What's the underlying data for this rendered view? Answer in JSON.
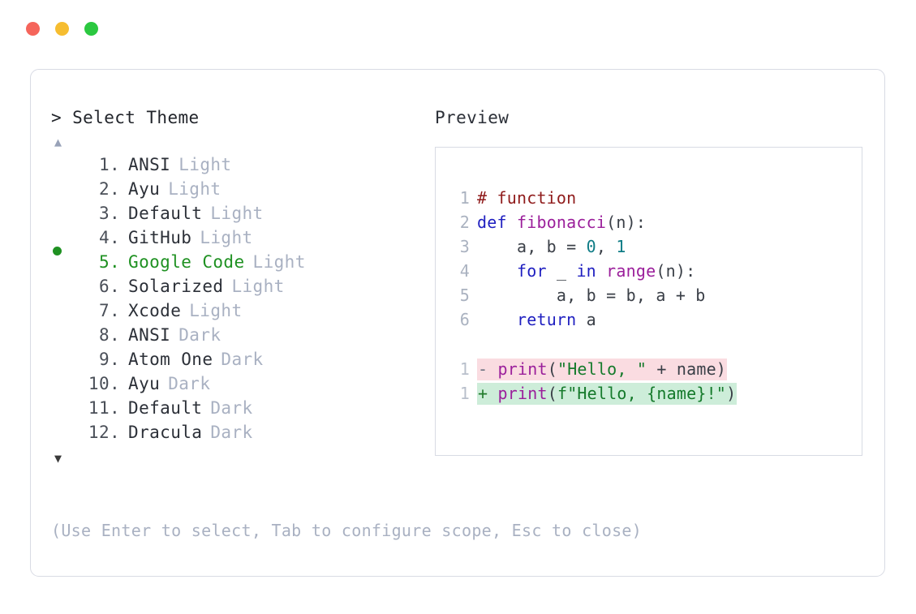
{
  "window": {
    "buttons": [
      {
        "name": "close",
        "color": "#f5655b"
      },
      {
        "name": "minimize",
        "color": "#f6bd30"
      },
      {
        "name": "maximize",
        "color": "#2bc840"
      }
    ]
  },
  "left_pane": {
    "prompt": "> Select Theme",
    "scroll_up_glyph": "▲",
    "scroll_down_glyph": "▼",
    "selected_index": 5,
    "selected_bullet": "●",
    "items": [
      {
        "number": "1",
        "dot": ".",
        "name": "ANSI",
        "mode": "Light",
        "selected": false
      },
      {
        "number": "2",
        "dot": ".",
        "name": "Ayu",
        "mode": "Light",
        "selected": false
      },
      {
        "number": "3",
        "dot": ".",
        "name": "Default",
        "mode": "Light",
        "selected": false
      },
      {
        "number": "4",
        "dot": ".",
        "name": "GitHub",
        "mode": "Light",
        "selected": false
      },
      {
        "number": "5",
        "dot": ".",
        "name": "Google Code",
        "mode": "Light",
        "selected": true
      },
      {
        "number": "6",
        "dot": ".",
        "name": "Solarized",
        "mode": "Light",
        "selected": false
      },
      {
        "number": "7",
        "dot": ".",
        "name": "Xcode",
        "mode": "Light",
        "selected": false
      },
      {
        "number": "8",
        "dot": ".",
        "name": "ANSI",
        "mode": "Dark",
        "selected": false
      },
      {
        "number": "9",
        "dot": ".",
        "name": "Atom One",
        "mode": "Dark",
        "selected": false
      },
      {
        "number": "10",
        "dot": ".",
        "name": "Ayu",
        "mode": "Dark",
        "selected": false
      },
      {
        "number": "11",
        "dot": ".",
        "name": "Default",
        "mode": "Dark",
        "selected": false
      },
      {
        "number": "12",
        "dot": ".",
        "name": "Dracula",
        "mode": "Dark",
        "selected": false
      }
    ]
  },
  "right_pane": {
    "title": "Preview",
    "code_lines": [
      {
        "ln": "1",
        "tokens": [
          {
            "t": "# function",
            "c": "t-comment"
          }
        ]
      },
      {
        "ln": "2",
        "tokens": [
          {
            "t": "def ",
            "c": "t-kw"
          },
          {
            "t": "fibonacci",
            "c": "t-fn"
          },
          {
            "t": "(n):",
            "c": "t-punc"
          }
        ]
      },
      {
        "ln": "3",
        "tokens": [
          {
            "t": "    a, b = ",
            "c": "t-plain"
          },
          {
            "t": "0",
            "c": "t-num"
          },
          {
            "t": ", ",
            "c": "t-plain"
          },
          {
            "t": "1",
            "c": "t-num"
          }
        ]
      },
      {
        "ln": "4",
        "tokens": [
          {
            "t": "    ",
            "c": "t-plain"
          },
          {
            "t": "for",
            "c": "t-kw"
          },
          {
            "t": " _ ",
            "c": "t-plain"
          },
          {
            "t": "in",
            "c": "t-kw"
          },
          {
            "t": " ",
            "c": "t-plain"
          },
          {
            "t": "range",
            "c": "t-fn"
          },
          {
            "t": "(n):",
            "c": "t-punc"
          }
        ]
      },
      {
        "ln": "5",
        "tokens": [
          {
            "t": "        a, b = b, a + b",
            "c": "t-plain"
          }
        ]
      },
      {
        "ln": "6",
        "tokens": [
          {
            "t": "    ",
            "c": "t-plain"
          },
          {
            "t": "return",
            "c": "t-kw"
          },
          {
            "t": " a",
            "c": "t-plain"
          }
        ]
      }
    ],
    "diff_lines": [
      {
        "ln": "1",
        "kind": "del",
        "sign": "-",
        "tokens": [
          {
            "t": "print",
            "c": "t-fn"
          },
          {
            "t": "(",
            "c": "t-punc"
          },
          {
            "t": "\"Hello, \"",
            "c": "t-str"
          },
          {
            "t": " + name)",
            "c": "t-plain"
          }
        ]
      },
      {
        "ln": "1",
        "kind": "add",
        "sign": "+",
        "tokens": [
          {
            "t": "print",
            "c": "t-fn"
          },
          {
            "t": "(",
            "c": "t-punc"
          },
          {
            "t": "f\"Hello, {name}!\"",
            "c": "t-str"
          },
          {
            "t": ")",
            "c": "t-punc"
          }
        ]
      }
    ]
  },
  "footer": {
    "hint": "(Use Enter to select, Tab to configure scope, Esc to close)"
  },
  "colors": {
    "accent_selected": "#1f9122",
    "muted_text": "#a9b1c2",
    "border": "#d8dbe4",
    "diff_delete_bg": "#fadce1",
    "diff_add_bg": "#cdedd9"
  }
}
